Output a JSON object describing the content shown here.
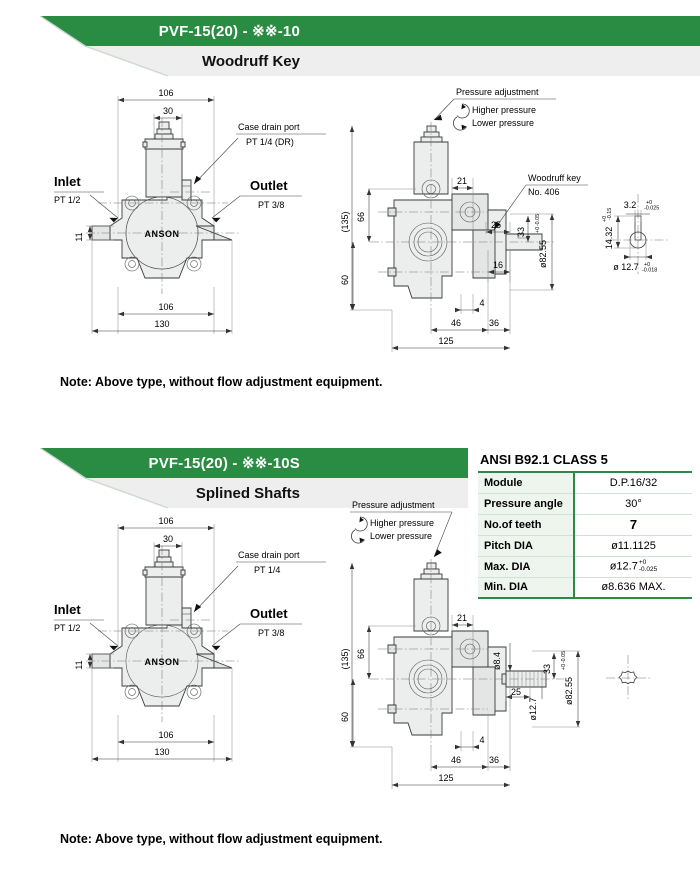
{
  "sections": [
    {
      "banner": {
        "code": "PVF-15(20) - ※※-10",
        "subtitle": "Woodruff Key"
      },
      "front_view": {
        "labels": {
          "inlet": "Inlet",
          "inlet_port": "PT 1/2",
          "outlet": "Outlet",
          "outlet_port": "PT 3/8",
          "case_drain": "Case drain port",
          "case_drain_port": "PT 1/4 (DR)",
          "brand": "ANSON"
        },
        "dimensions": {
          "top_width": "106",
          "top_inner": "30",
          "left_height": "11",
          "bottom_inner": "106",
          "bottom_width": "130"
        }
      },
      "side_view": {
        "labels": {
          "pressure_adjustment": "Pressure adjustment",
          "higher": "Higher pressure",
          "lower": "Lower pressure",
          "key_name": "Woodruff key",
          "key_no": "No. 406"
        },
        "dimensions": {
          "overall_height": "(135)",
          "upper_height": "66",
          "lower_height": "60",
          "flange_w": "21",
          "shaft_len": "25",
          "key_pos": "16",
          "bore_h": "33",
          "pilot_dia": "ø82.55",
          "pilot_tol_plus": "+0",
          "pilot_tol_minus": "-0.05",
          "step": "4",
          "body_len": "46",
          "shaft_sec": "36",
          "overall_len": "125"
        }
      },
      "key_detail": {
        "width": "3.2",
        "width_tol_plus": "+0",
        "width_tol_minus": "-0.025",
        "height": "14.32",
        "height_tol_plus": "+0",
        "height_tol_minus": "-0.15",
        "diameter": "ø 12.7",
        "dia_tol_plus": "+0",
        "dia_tol_minus": "-0.018"
      },
      "note": "Note: Above type, without flow adjustment equipment."
    },
    {
      "banner": {
        "code": "PVF-15(20) - ※※-10S",
        "subtitle": "Splined Shafts"
      },
      "front_view": {
        "labels": {
          "inlet": "Inlet",
          "inlet_port": "PT 1/2",
          "outlet": "Outlet",
          "outlet_port": "PT 3/8",
          "case_drain": "Case drain port",
          "case_drain_port": "PT 1/4",
          "brand": "ANSON"
        },
        "dimensions": {
          "top_width": "106",
          "top_inner": "30",
          "left_height": "11",
          "bottom_inner": "106",
          "bottom_width": "130"
        }
      },
      "side_view": {
        "labels": {
          "pressure_adjustment": "Pressure adjustment",
          "higher": "Higher pressure",
          "lower": "Lower pressure"
        },
        "dimensions": {
          "overall_height": "(135)",
          "upper_height": "66",
          "lower_height": "60",
          "flange_w": "21",
          "shaft_len": "25",
          "spline_minor": "ø8.4",
          "spline_major": "ø12.7",
          "bore_h": "33",
          "pilot_dia": "ø82.55",
          "pilot_tol_plus": "+0",
          "pilot_tol_minus": "-0.05",
          "step": "4",
          "body_len": "46",
          "shaft_sec": "36",
          "overall_len": "125"
        }
      },
      "spec_table": {
        "title": "ANSI B92.1 CLASS 5",
        "rows": [
          {
            "key": "Module",
            "value": "D.P.16/32",
            "bold": false
          },
          {
            "key": "Pressure angle",
            "value": "30°",
            "bold": false
          },
          {
            "key": "No.of teeth",
            "value": "7",
            "bold": true
          },
          {
            "key": "Pitch DIA",
            "value": "ø11.1125",
            "bold": false
          },
          {
            "key": "Max. DIA",
            "value": "ø12.7",
            "bold": false,
            "tol_plus": "+0",
            "tol_minus": "-0.025"
          },
          {
            "key": "Min. DIA",
            "value": "ø8.636 MAX.",
            "bold": false
          }
        ]
      },
      "note": "Note: Above type, without flow adjustment equipment."
    }
  ],
  "colors": {
    "brand_green": "#2a8c42",
    "banner_sub": "#eeeeee",
    "line": "#3a3a3a",
    "body": "#eceeed"
  }
}
